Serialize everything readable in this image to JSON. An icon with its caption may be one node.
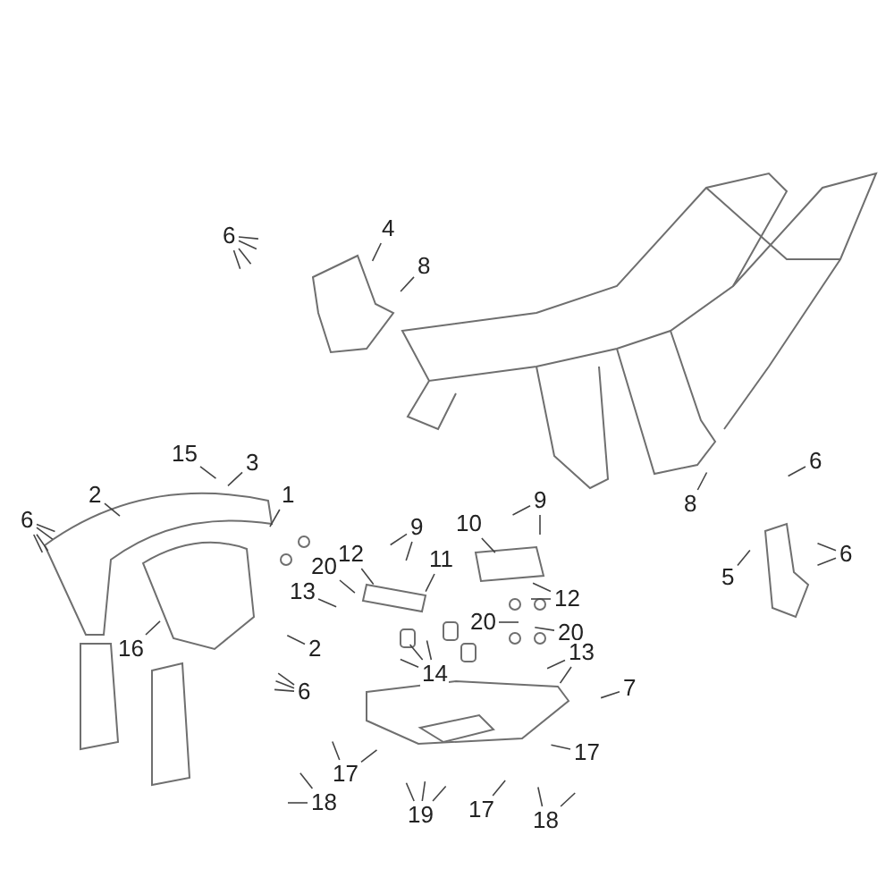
{
  "diagram": {
    "nodes": [
      {
        "text": [
          "4"
        ]
      },
      {
        "text": [
          "6"
        ]
      },
      {
        "text": [
          "8"
        ]
      },
      {
        "text": [
          "15"
        ]
      },
      {
        "text": [
          "6"
        ]
      },
      {
        "text": [
          "3"
        ]
      },
      {
        "text": [
          "1"
        ]
      },
      {
        "text": [
          "9"
        ]
      },
      {
        "text": [
          "8"
        ]
      },
      {
        "text": [
          "10"
        ]
      },
      {
        "text": [
          "9"
        ]
      },
      {
        "text": [
          "2"
        ]
      },
      {
        "text": [
          "6"
        ]
      },
      {
        "text": [
          "12"
        ]
      },
      {
        "text": [
          "6"
        ]
      },
      {
        "text": [
          "11"
        ]
      },
      {
        "text": [
          "20"
        ]
      },
      {
        "text": [
          "5"
        ]
      },
      {
        "text": [
          "13"
        ]
      },
      {
        "text": [
          "12"
        ]
      },
      {
        "text": [
          "20"
        ]
      },
      {
        "text": [
          "20"
        ]
      },
      {
        "text": [
          "16"
        ]
      },
      {
        "text": [
          "2"
        ]
      },
      {
        "text": [
          "13"
        ]
      },
      {
        "text": [
          "14"
        ]
      },
      {
        "text": [
          "7"
        ]
      },
      {
        "text": [
          "6"
        ]
      },
      {
        "text": [
          "17"
        ]
      },
      {
        "text": [
          "17"
        ]
      },
      {
        "text": [
          "18"
        ]
      },
      {
        "text": [
          "17"
        ]
      },
      {
        "text": [
          "19"
        ]
      },
      {
        "text": [
          "18"
        ]
      }
    ],
    "edges": [
      {
        "from": 0,
        "to": null,
        "arrow": "none"
      },
      {
        "from": 1,
        "to": null,
        "arrow": "none"
      },
      {
        "from": 1,
        "to": null,
        "arrow": "none"
      },
      {
        "from": 1,
        "to": null,
        "arrow": "none"
      },
      {
        "from": 1,
        "to": null,
        "arrow": "none"
      },
      {
        "from": 2,
        "to": null,
        "arrow": "none"
      },
      {
        "from": 3,
        "to": null,
        "arrow": "none"
      },
      {
        "from": 4,
        "to": null,
        "arrow": "none"
      },
      {
        "from": 5,
        "to": null,
        "arrow": "none"
      },
      {
        "from": 6,
        "to": null,
        "arrow": "none"
      },
      {
        "from": 7,
        "to": null,
        "arrow": "none"
      },
      {
        "from": 7,
        "to": null,
        "arrow": "none"
      },
      {
        "from": 8,
        "to": null,
        "arrow": "none"
      },
      {
        "from": 9,
        "to": null,
        "arrow": "none"
      },
      {
        "from": 10,
        "to": null,
        "arrow": "none"
      },
      {
        "from": 10,
        "to": null,
        "arrow": "none"
      },
      {
        "from": 11,
        "to": null,
        "arrow": "none"
      },
      {
        "from": 12,
        "to": null,
        "arrow": "none"
      },
      {
        "from": 12,
        "to": null,
        "arrow": "none"
      },
      {
        "from": 12,
        "to": null,
        "arrow": "none"
      },
      {
        "from": 12,
        "to": null,
        "arrow": "none"
      },
      {
        "from": 13,
        "to": null,
        "arrow": "none"
      },
      {
        "from": 14,
        "to": null,
        "arrow": "none"
      },
      {
        "from": 14,
        "to": null,
        "arrow": "none"
      },
      {
        "from": 15,
        "to": null,
        "arrow": "none"
      },
      {
        "from": 16,
        "to": null,
        "arrow": "none"
      },
      {
        "from": 17,
        "to": null,
        "arrow": "none"
      },
      {
        "from": 18,
        "to": null,
        "arrow": "none"
      },
      {
        "from": 19,
        "to": null,
        "arrow": "none"
      },
      {
        "from": 19,
        "to": null,
        "arrow": "none"
      },
      {
        "from": 20,
        "to": null,
        "arrow": "none"
      },
      {
        "from": 21,
        "to": null,
        "arrow": "none"
      },
      {
        "from": 22,
        "to": null,
        "arrow": "none"
      },
      {
        "from": 23,
        "to": null,
        "arrow": "none"
      },
      {
        "from": 24,
        "to": null,
        "arrow": "none"
      },
      {
        "from": 24,
        "to": null,
        "arrow": "none"
      },
      {
        "from": 25,
        "to": null,
        "arrow": "none"
      },
      {
        "from": 25,
        "to": null,
        "arrow": "none"
      },
      {
        "from": 25,
        "to": null,
        "arrow": "none"
      },
      {
        "from": 26,
        "to": null,
        "arrow": "none"
      },
      {
        "from": 27,
        "to": null,
        "arrow": "none"
      },
      {
        "from": 27,
        "to": null,
        "arrow": "none"
      },
      {
        "from": 27,
        "to": null,
        "arrow": "none"
      },
      {
        "from": 28,
        "to": null,
        "arrow": "none"
      },
      {
        "from": 29,
        "to": null,
        "arrow": "none"
      },
      {
        "from": 29,
        "to": null,
        "arrow": "none"
      },
      {
        "from": 30,
        "to": null,
        "arrow": "none"
      },
      {
        "from": 30,
        "to": null,
        "arrow": "none"
      },
      {
        "from": 31,
        "to": null,
        "arrow": "none"
      },
      {
        "from": 32,
        "to": null,
        "arrow": "none"
      },
      {
        "from": 32,
        "to": null,
        "arrow": "none"
      },
      {
        "from": 32,
        "to": null,
        "arrow": "none"
      },
      {
        "from": 33,
        "to": null,
        "arrow": "none"
      },
      {
        "from": 33,
        "to": null,
        "arrow": "none"
      }
    ]
  }
}
